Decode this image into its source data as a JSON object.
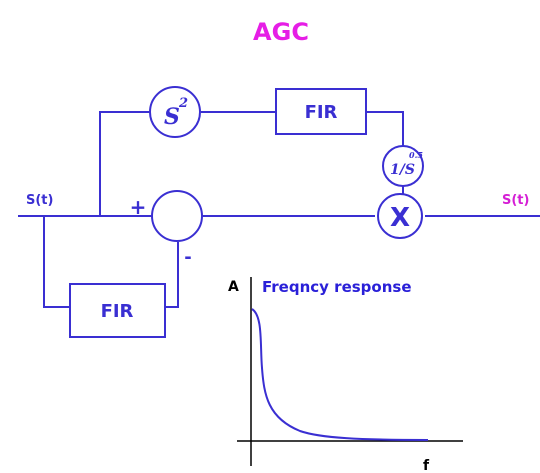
{
  "title": "AGC",
  "input_label": "S(t)",
  "output_label": "S(t)",
  "plus_sign": "+",
  "minus_sign": "-",
  "square_op": {
    "base": "S",
    "exponent": "2"
  },
  "inv_sqrt_op": {
    "prefix": "1/S",
    "exponent": "0.5"
  },
  "multiply_op": "X",
  "fir_top": "FIR",
  "fir_bottom": "FIR",
  "graph": {
    "y_label": "A",
    "x_label": "f",
    "caption": "Freqncy response"
  },
  "colors": {
    "line": "#3a2fd2",
    "title": "#e61ee6",
    "output_label": "#d51ed5",
    "response_caption": "#2a20d8",
    "axis": "#000000"
  }
}
